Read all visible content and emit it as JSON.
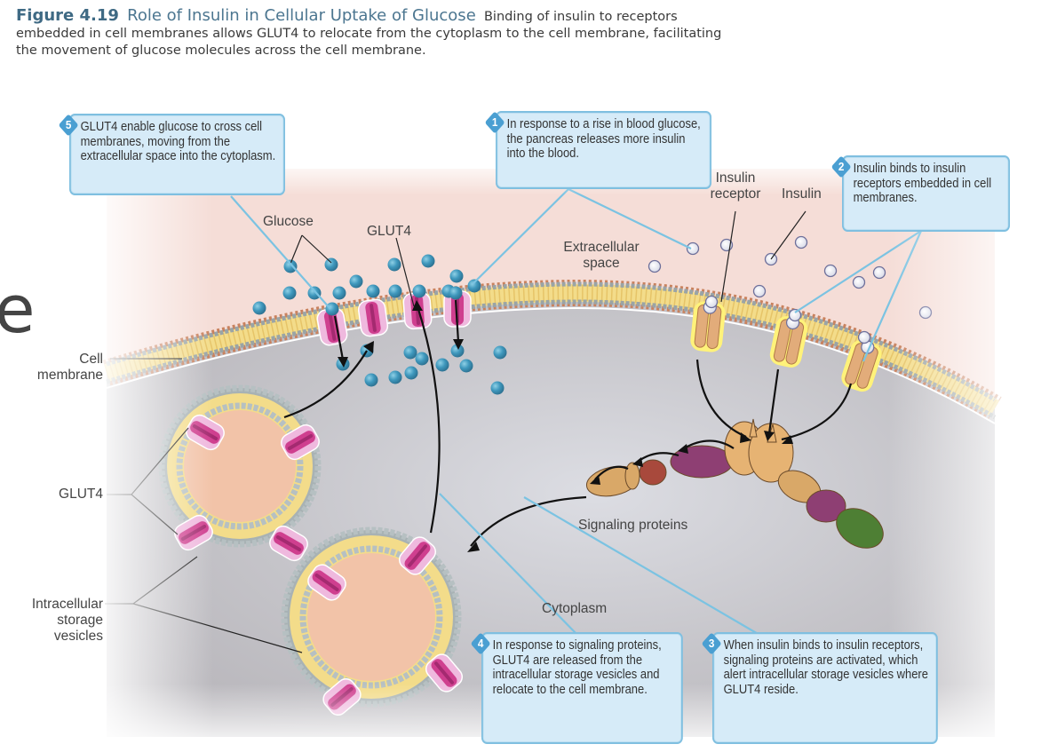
{
  "figure": {
    "number": "Figure 4.19",
    "title": "Role of Insulin in Cellular Uptake of Glucose",
    "description": "Binding of insulin to receptors embedded in cell membranes allows GLUT4 to relocate from the cytoplasm to the cell membrane, facilitating the movement of glucose molecules across the cell membrane."
  },
  "edge_fragment": "e",
  "callouts": [
    {
      "step": "1",
      "text": "In response to a rise in blood glucose, the pancreas releases more insulin into the blood."
    },
    {
      "step": "2",
      "text": "Insulin binds to insulin receptors embedded in cell membranes."
    },
    {
      "step": "3",
      "text": "When insulin binds to insulin receptors, signaling proteins are activated, which alert intracellular storage vesicles where GLUT4 reside."
    },
    {
      "step": "4",
      "text": "In response to signaling proteins, GLUT4 are released from the intracellular storage vesicles and relocate to the cell membrane."
    },
    {
      "step": "5",
      "text": "GLUT4 enable glucose to cross cell membranes, moving from the extracellular space into the cytoplasm."
    }
  ],
  "labels": {
    "glucose": "Glucose",
    "glut4_top": "GLUT4",
    "extracellular_line1": "Extracellular",
    "extracellular_line2": "space",
    "insulin_receptor_line1": "Insulin",
    "insulin_receptor_line2": "receptor",
    "insulin": "Insulin",
    "cell_membrane_line1": "Cell",
    "cell_membrane_line2": "membrane",
    "glut4_left": "GLUT4",
    "vesicles_line1": "Intracellular",
    "vesicles_line2": "storage",
    "vesicles_line3": "vesicles",
    "signaling_proteins": "Signaling proteins",
    "cytoplasm": "Cytoplasm"
  },
  "colors": {
    "extracellular": "#f6dcd6",
    "cytoplasm": "#c9c8cd",
    "glucose": "#3f8fb3",
    "glut4": "#d0408f",
    "receptor": "#e3b27a",
    "callout_fill": "#d6ebf8",
    "callout_border": "#7fbfe0",
    "badge": "#4a9fd2"
  }
}
